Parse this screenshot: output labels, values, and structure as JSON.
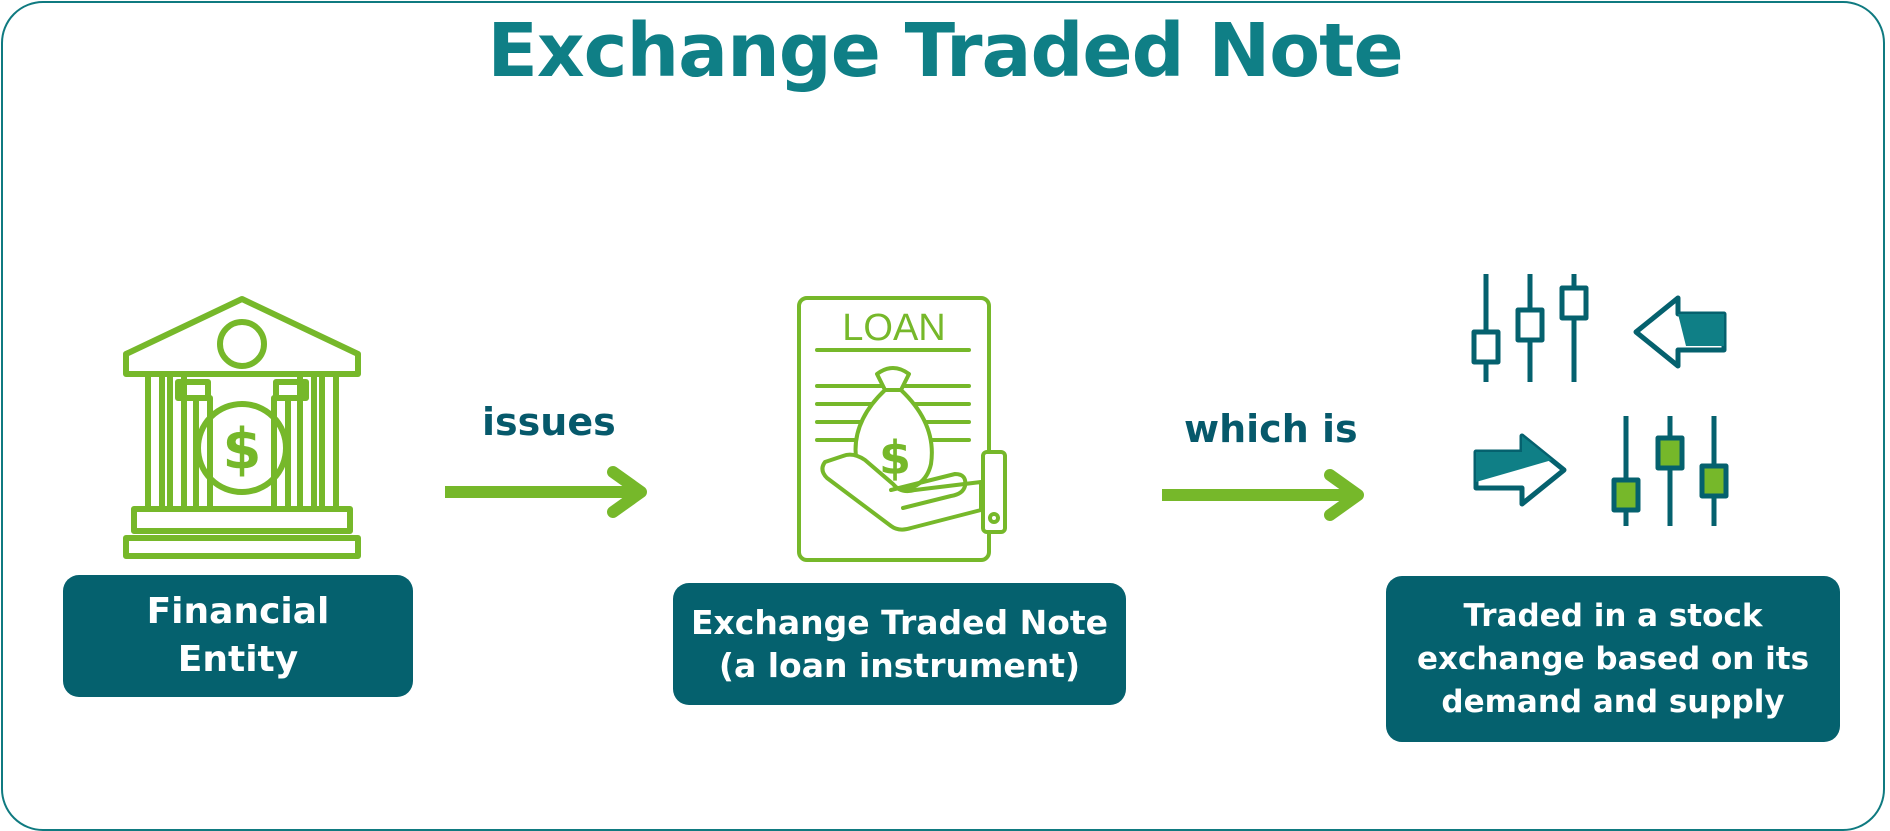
{
  "title": "Exchange Traded Note",
  "steps": [
    {
      "lines": [
        "Financial",
        "Entity"
      ]
    },
    {
      "lines": [
        "Exchange Traded Note",
        "(a loan instrument)"
      ]
    },
    {
      "lines": [
        "Traded in a stock",
        "exchange based on its",
        "demand and supply"
      ]
    }
  ],
  "connectors": [
    "issues",
    "which is"
  ],
  "icons": {
    "bank": "bank-icon",
    "loan_doc": "loan-document-icon",
    "loan_doc_text": "LOAN",
    "dollar": "$",
    "market": "candlestick-market-icon"
  },
  "colors": {
    "teal_dark": "#05616e",
    "teal_title": "#0f7f86",
    "green": "#76b82a",
    "white": "#ffffff"
  }
}
